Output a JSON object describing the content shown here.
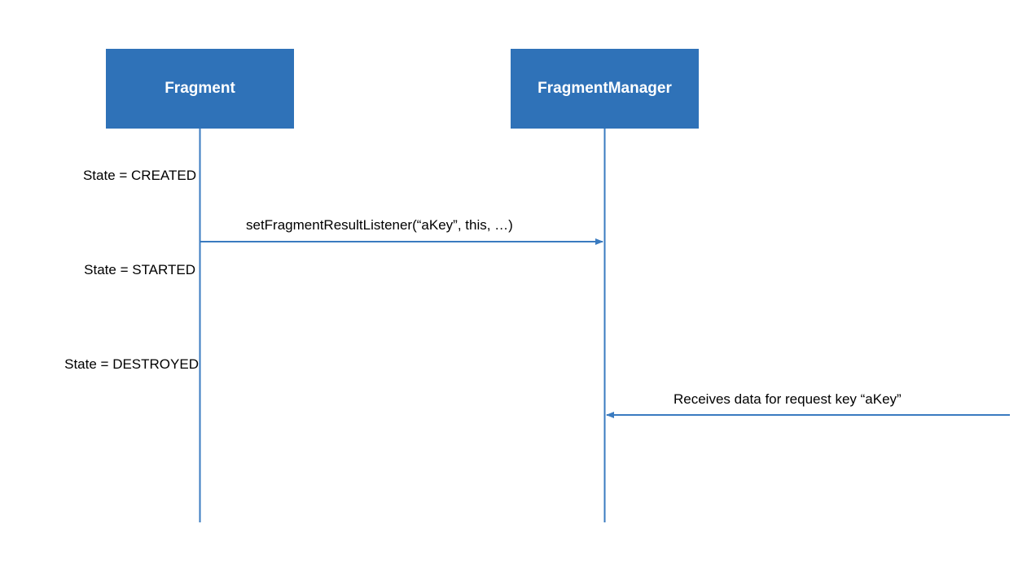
{
  "participants": {
    "fragment": "Fragment",
    "fragment_manager": "FragmentManager"
  },
  "states": {
    "created": "State = CREATED",
    "started": "State = STARTED",
    "destroyed": "State = DESTROYED"
  },
  "messages": {
    "set_listener": "setFragmentResultListener(“aKey”, this, …)",
    "receives_data": "Receives data for request key “aKey”"
  },
  "colors": {
    "participant_fill": "#2f72b8",
    "line": "#3a7bc0",
    "text": "#000000"
  }
}
